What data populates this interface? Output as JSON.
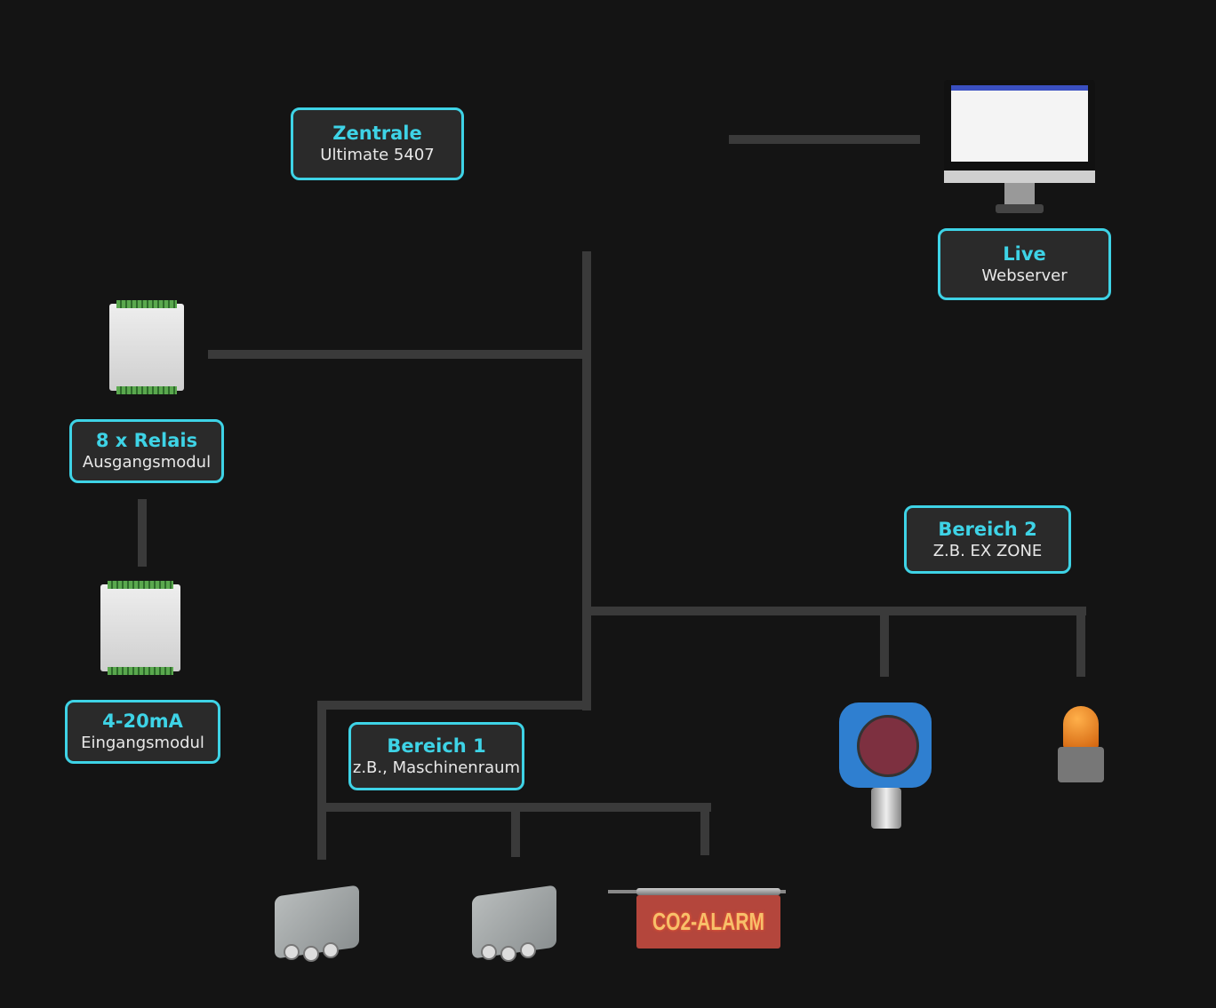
{
  "central": {
    "title": "Zentrale",
    "subtitle": "Ultimate 5407"
  },
  "webserver": {
    "title": "Live",
    "subtitle": "Webserver"
  },
  "relay_module": {
    "title": "8 x Relais",
    "subtitle": "Ausgangsmodul"
  },
  "input_module": {
    "title": "4-20mA",
    "subtitle": "Eingangsmodul"
  },
  "area1": {
    "title": "Bereich 1",
    "subtitle": "z.B., Maschinenraum"
  },
  "area2": {
    "title": "Bereich 2",
    "subtitle": "Z.B. EX ZONE"
  },
  "co2_sign": {
    "text": "CO2-ALARM"
  },
  "colors": {
    "accent": "#3ed3e6",
    "line": "#3a3a3a",
    "background": "#141414",
    "box": "#2a2a2a"
  }
}
